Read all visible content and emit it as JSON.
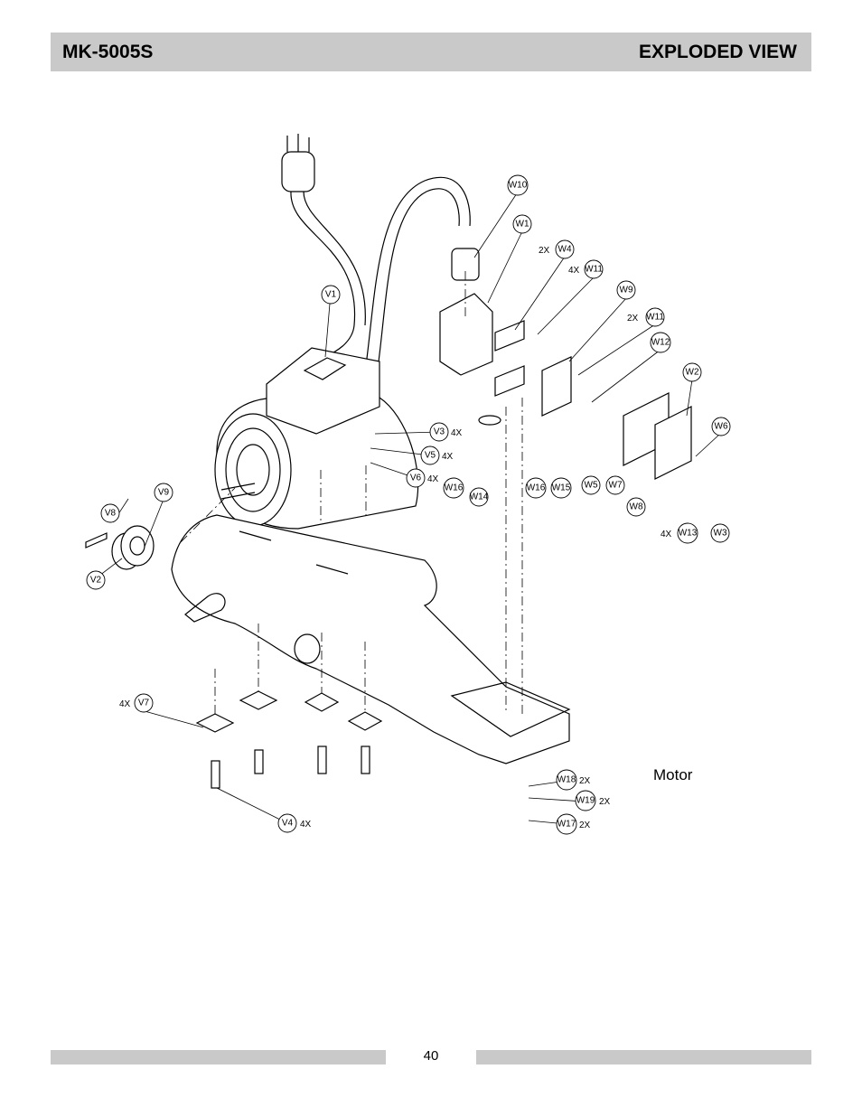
{
  "header": {
    "model": "MK-5005S",
    "section": "EXPLODED VIEW"
  },
  "caption": "Motor",
  "footer": {
    "page_number": "40"
  },
  "callouts": {
    "V1": "V1",
    "V2": "V2",
    "V3": "V3",
    "V4": "V4",
    "V5": "V5",
    "V6": "V6",
    "V7": "V7",
    "V8": "V8",
    "V9": "V9",
    "W1": "W1",
    "W2": "W2",
    "W3": "W3",
    "W4": "W4",
    "W5": "W5",
    "W6": "W6",
    "W7": "W7",
    "W8": "W8",
    "W9": "W9",
    "W10": "W10",
    "W11a": "W11",
    "W11b": "W11",
    "W12": "W12",
    "W13": "W13",
    "W14": "W14",
    "W15": "W15",
    "W16a": "W16",
    "W16b": "W16",
    "W17": "W17",
    "W18": "W18",
    "W19": "W19"
  },
  "quantities": {
    "V3": "4X",
    "V5": "4X",
    "V6": "4X",
    "V7": "4X",
    "V4": "4X",
    "W4": "2X",
    "W11a": "4X",
    "W11b": "2X",
    "W13": "4X",
    "W18": "2X",
    "W19": "2X",
    "W17": "2X"
  }
}
